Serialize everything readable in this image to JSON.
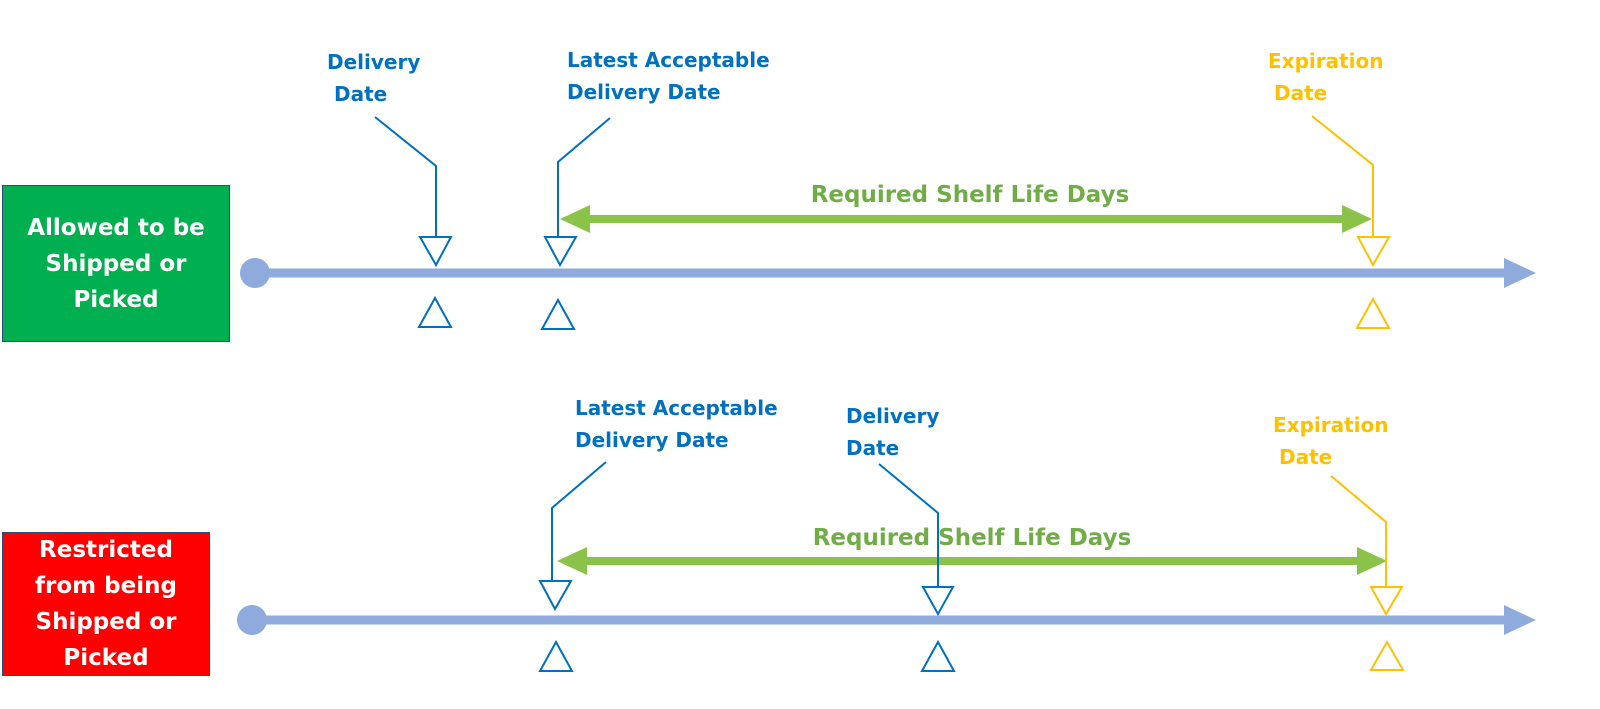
{
  "colors": {
    "timeline": "#8faadc",
    "label_blue": "#0070c0",
    "label_gold": "#ffc000",
    "shelf_green": "#8bc34a",
    "shelf_text_green": "#70ad47",
    "allowed_fill": "#00b050",
    "restricted_fill": "#ff0000"
  },
  "scenarios": [
    {
      "status": "Allowed to be\nShipped  or\nPicked",
      "delivery_label": [
        "Delivery",
        "Date"
      ],
      "latest_label": [
        "Latest Acceptable",
        "Delivery Date"
      ],
      "expiration_label": [
        "Expiration",
        "Date"
      ],
      "shelf_label": "Required Shelf Life Days"
    },
    {
      "status": "Restricted\nfrom being\nShipped  or\nPicked",
      "delivery_label": [
        "Delivery",
        "Date"
      ],
      "latest_label": [
        "Latest Acceptable",
        "Delivery Date"
      ],
      "expiration_label": [
        "Expiration",
        "Date"
      ],
      "shelf_label": "Required Shelf Life Days"
    }
  ]
}
